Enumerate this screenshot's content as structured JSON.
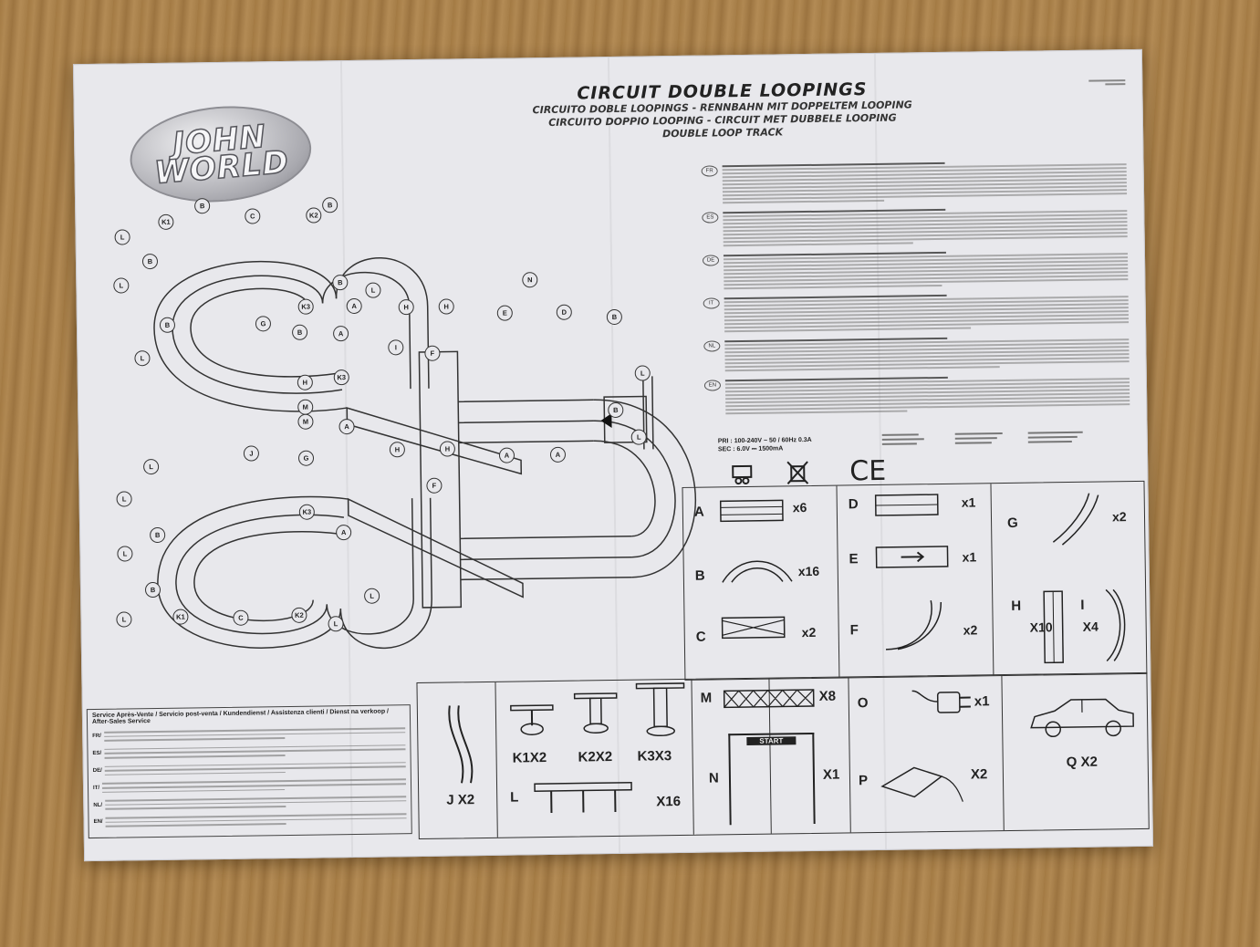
{
  "brand": {
    "logo_line1": "JOHN",
    "logo_line2": "WORLD"
  },
  "title": {
    "main": "CIRCUIT DOUBLE LOOPINGS",
    "line2": "CIRCUITO DOBLE LOOPINGS - RENNBAHN MIT DOPPELTEM LOOPING",
    "line3": "CIRCUITO DOPPIO LOOPING - CIRCUIT MET DUBBELE LOOPING",
    "line4": "DOUBLE LOOP TRACK"
  },
  "languages": [
    "FR",
    "ES",
    "DE",
    "IT",
    "NL",
    "EN"
  ],
  "specs": {
    "pri": "PRI : 100-240V ~ 50 / 60Hz 0.3A",
    "sec": "SEC : 6.0V ⎓ 1500mA"
  },
  "service": {
    "title": "Service Après-Vente / Servicio post-venta / Kundendienst / Assistenza clienti / Dienst na verkoop / After-Sales Service",
    "langs": [
      "FR/",
      "ES/",
      "DE/",
      "IT/",
      "NL/",
      "EN/"
    ]
  },
  "track_labels": [
    "A",
    "B",
    "C",
    "D",
    "E",
    "F",
    "G",
    "H",
    "I",
    "J",
    "K1",
    "K2",
    "K3",
    "L",
    "M",
    "N"
  ],
  "parts": [
    {
      "letter": "A",
      "qty": "x6"
    },
    {
      "letter": "B",
      "qty": "x16"
    },
    {
      "letter": "C",
      "qty": "x2"
    },
    {
      "letter": "D",
      "qty": "x1"
    },
    {
      "letter": "E",
      "qty": "x1"
    },
    {
      "letter": "F",
      "qty": "x2"
    },
    {
      "letter": "G",
      "qty": "x2"
    },
    {
      "letter": "H",
      "qty": "X10"
    },
    {
      "letter": "I",
      "qty": "X4"
    }
  ],
  "bottom_parts": {
    "j": "J X2",
    "k1": "K1X2",
    "k2": "K2X2",
    "k3": "K3X3",
    "l": "L",
    "l_qty": "X16",
    "m": "M",
    "m_qty": "X8",
    "n": "N",
    "n_qty": "X1",
    "n_banner": "START",
    "o": "O",
    "o_qty": "x1",
    "p": "P",
    "p_qty": "X2",
    "q": "Q X2"
  }
}
